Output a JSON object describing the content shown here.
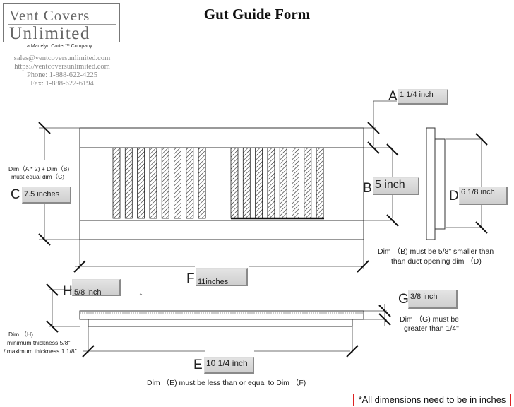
{
  "logo": {
    "line1": "Vent Covers",
    "line2": "Unlimited",
    "tagline": "a Madelyn Carter™ Company"
  },
  "contact": {
    "email": "sales@ventcoversunlimited.com",
    "website": "https://ventcoversunlimited.com",
    "phone": "Phone: 1-888-622-4225",
    "fax": "Fax: 1-888-622-6194"
  },
  "title": "Gut Guide Form",
  "dimensions": {
    "a": {
      "letter": "A",
      "value": "1 1/4 inch"
    },
    "b": {
      "letter": "B",
      "value": "5 inch"
    },
    "c": {
      "letter": "C",
      "value": "7.5 inches"
    },
    "d": {
      "letter": "D",
      "value": "6 1/8 inch"
    },
    "e": {
      "letter": "E",
      "value": "10 1/4 inch"
    },
    "f": {
      "letter": "F",
      "value": "11inches"
    },
    "g": {
      "letter": "G",
      "value": "3/8 inch"
    },
    "h": {
      "letter": "H",
      "value": "5/8 inch"
    }
  },
  "notes": {
    "c_line1": "Dim（A * 2)  + Dim（B)",
    "c_line2": "must equal dim（C)",
    "b_line1": "Dim （B)    must be 5/8\" smaller than",
    "b_line2": "than duct opening dim （D)",
    "g_line1": "Dim （G)    must be",
    "g_line2": "greater than 1/4\"",
    "h_line1": "Dim （H)",
    "h_line2": "minimum thickness 5/8\"",
    "h_line3": "/ maximum thickness 1 1/8\"",
    "e_line": "Dim （E)    must be less than or equal to Dim （F)"
  },
  "disclaimer": "*All dimensions need to be in inches"
}
